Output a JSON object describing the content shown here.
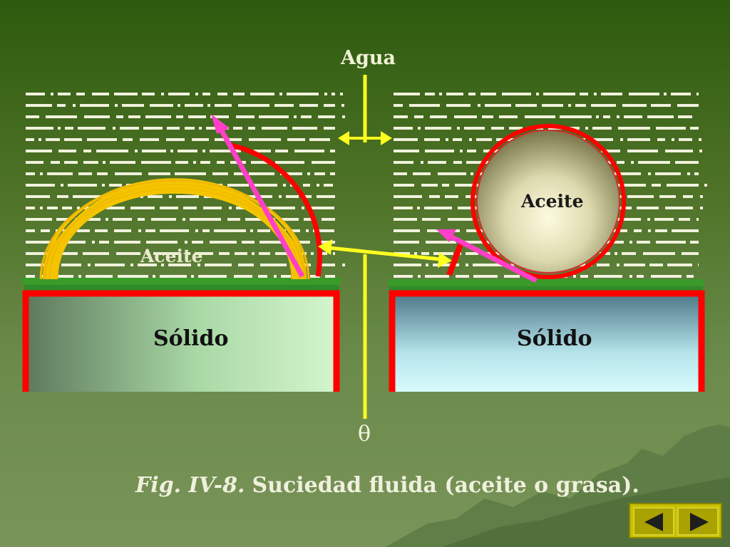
{
  "labels": {
    "water": "Agua",
    "oil_left": "Aceite",
    "oil_right": "Aceite",
    "solid_left": "Sólido",
    "solid_right": "Sólido",
    "angle": "θ"
  },
  "caption": {
    "prefix": "Fig. IV-8.",
    "text": "Suciedad fluida (aceite o grasa)."
  },
  "navigation": {
    "prev_icon": "left-arrow-icon",
    "next_icon": "right-arrow-icon"
  },
  "colors": {
    "water_dash": "#f1f1dd",
    "solid_border": "#ff0000",
    "surface_green": "#3a9a2a",
    "axis_yellow": "#ffff20",
    "force_arrow": "#ff3fc8",
    "contact_arc": "#ff0000",
    "oil_left": "#f5c400",
    "nav_box": "#c8c000"
  }
}
